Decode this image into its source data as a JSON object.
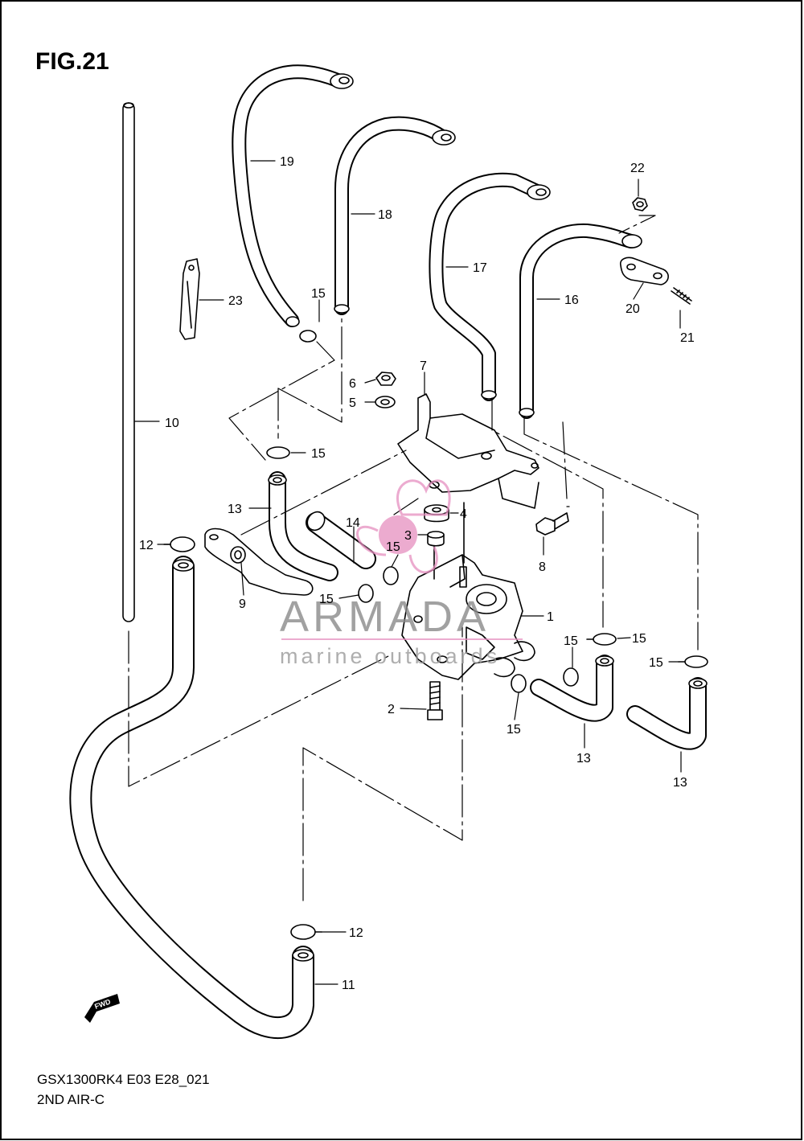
{
  "figure": {
    "title": "FIG.21",
    "model_code": "GSX1300RK4 E03 E28_021",
    "section": "2ND AIR-C"
  },
  "watermark": {
    "brand": "ARMADA",
    "tagline": "marine outboards",
    "accent_color": "#e68fc0",
    "text_color": "#8a8a8a"
  },
  "fwd_marker": "FWD",
  "callouts": {
    "c1": "1",
    "c2": "2",
    "c3": "3",
    "c4": "4",
    "c5": "5",
    "c6": "6",
    "c7": "7",
    "c8": "8",
    "c9": "9",
    "c10": "10",
    "c11": "11",
    "c12a": "12",
    "c12b": "12",
    "c13a": "13",
    "c13b": "13",
    "c13c": "13",
    "c14": "14",
    "c15a": "15",
    "c15b": "15",
    "c15c": "15",
    "c15d": "15",
    "c15e": "15",
    "c15f": "15",
    "c15g": "15",
    "c16": "16",
    "c17": "17",
    "c18": "18",
    "c19": "19",
    "c20": "20",
    "c21": "21",
    "c22": "22",
    "c23": "23"
  }
}
